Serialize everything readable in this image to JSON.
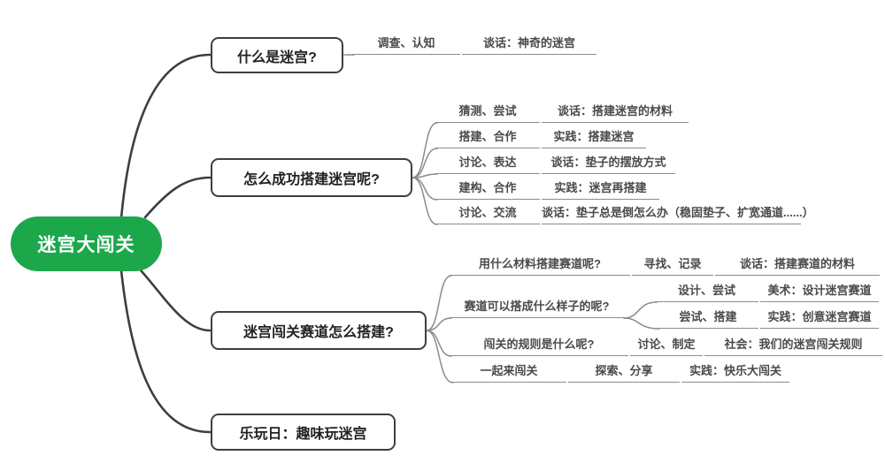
{
  "colors": {
    "root_green": "#1ca74b",
    "box_border": "#3e3e3e",
    "thin_line": "#8c8c8c",
    "label_text": "#4a4a4a"
  },
  "root": {
    "label": "迷宫大闯关"
  },
  "branches": [
    {
      "title": "什么是迷宫?",
      "rows": [
        {
          "steps": [
            "调查、认知",
            "谈话：神奇的迷宫"
          ]
        }
      ]
    },
    {
      "title": "怎么成功搭建迷宫呢?",
      "rows": [
        {
          "steps": [
            "猜测、尝试",
            "谈话：搭建迷宫的材料"
          ]
        },
        {
          "steps": [
            "搭建、合作",
            "实践：搭建迷宫"
          ]
        },
        {
          "steps": [
            "讨论、表达",
            "谈话：垫子的摆放方式"
          ]
        },
        {
          "steps": [
            "建构、合作",
            "实践：迷宫再搭建"
          ]
        },
        {
          "steps": [
            "讨论、交流",
            "谈话：垫子总是倒怎么办（稳固垫子、扩宽通道......）"
          ]
        }
      ]
    },
    {
      "title": "迷宫闯关赛道怎么搭建?",
      "rows": [
        {
          "steps": [
            "用什么材料搭建赛道呢?",
            "寻找、记录",
            "谈话：搭建赛道的材料"
          ]
        },
        {
          "steps": [
            "赛道可以搭成什么样子的呢?"
          ],
          "children": [
            {
              "steps": [
                "设计、尝试",
                "美术：设计迷宫赛道"
              ]
            },
            {
              "steps": [
                "尝试、搭建",
                "实践：创意迷宫赛道"
              ]
            }
          ]
        },
        {
          "steps": [
            "闯关的规则是什么呢?",
            "讨论、制定",
            "社会：我们的迷宫闯关规则"
          ]
        },
        {
          "steps": [
            "一起来闯关",
            "探索、分享",
            "实践：快乐大闯关"
          ]
        }
      ]
    },
    {
      "title": "乐玩日：趣味玩迷宫",
      "rows": []
    }
  ]
}
